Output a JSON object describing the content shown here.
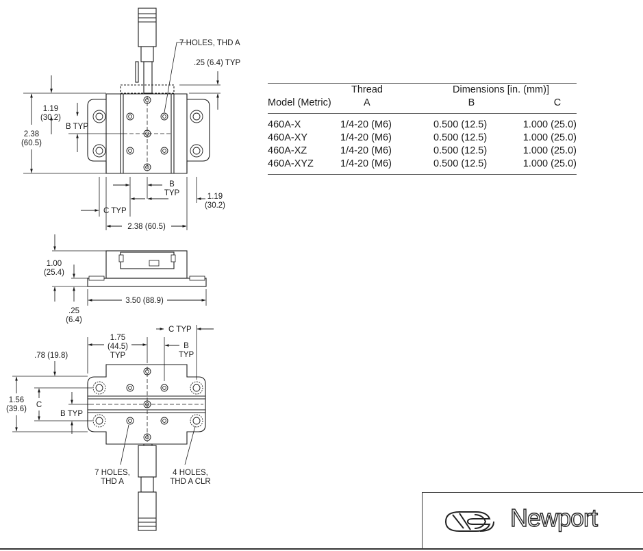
{
  "table": {
    "header_group_thread": "Thread",
    "header_group_dimensions": "Dimensions [in. (mm)]",
    "header_model": "Model (Metric)",
    "header_a": "A",
    "header_b": "B",
    "header_c": "C",
    "rows": [
      {
        "model": "460A-X",
        "a": "1/4-20 (M6)",
        "b": "0.500 (12.5)",
        "c": "1.000 (25.0)"
      },
      {
        "model": "460A-XY",
        "a": "1/4-20 (M6)",
        "b": "0.500 (12.5)",
        "c": "1.000 (25.0)"
      },
      {
        "model": "460A-XZ",
        "a": "1/4-20 (M6)",
        "b": "0.500 (12.5)",
        "c": "1.000 (25.0)"
      },
      {
        "model": "460A-XYZ",
        "a": "1/4-20 (M6)",
        "b": "0.500 (12.5)",
        "c": "1.000 (25.0)"
      }
    ]
  },
  "brand": {
    "name": "Newport"
  },
  "labels": {
    "top": {
      "holes": "7 HOLES, THD A",
      "typ_025": ".25 (6.4) TYP",
      "h119_a": "1.19",
      "h119_b": "(30.2)",
      "b_typ": "B TYP",
      "h238_a": "2.38",
      "h238_b": "(60.5)",
      "b_a": "B",
      "b_b": "TYP",
      "r119_a": "1.19",
      "r119_b": "(30.2)",
      "c_typ": "C TYP",
      "w238": "2.38 (60.5)"
    },
    "side": {
      "h100_a": "1.00",
      "h100_b": "(25.4)",
      "w350": "3.50 (88.9)",
      "t025_a": ".25",
      "t025_b": "(6.4)"
    },
    "bottom": {
      "w175_a": "1.75",
      "w175_b": "(44.5)",
      "w175_c": "TYP",
      "c_typ": "C TYP",
      "b_a": "B",
      "b_b": "TYP",
      "w078": ".78 (19.8)",
      "h156_a": "1.56",
      "h156_b": "(39.6)",
      "c": "C",
      "b_typ": "B TYP",
      "holes7_a": "7 HOLES,",
      "holes7_b": "THD A",
      "holes4_a": "4 HOLES,",
      "holes4_b": "THD A CLR"
    }
  }
}
